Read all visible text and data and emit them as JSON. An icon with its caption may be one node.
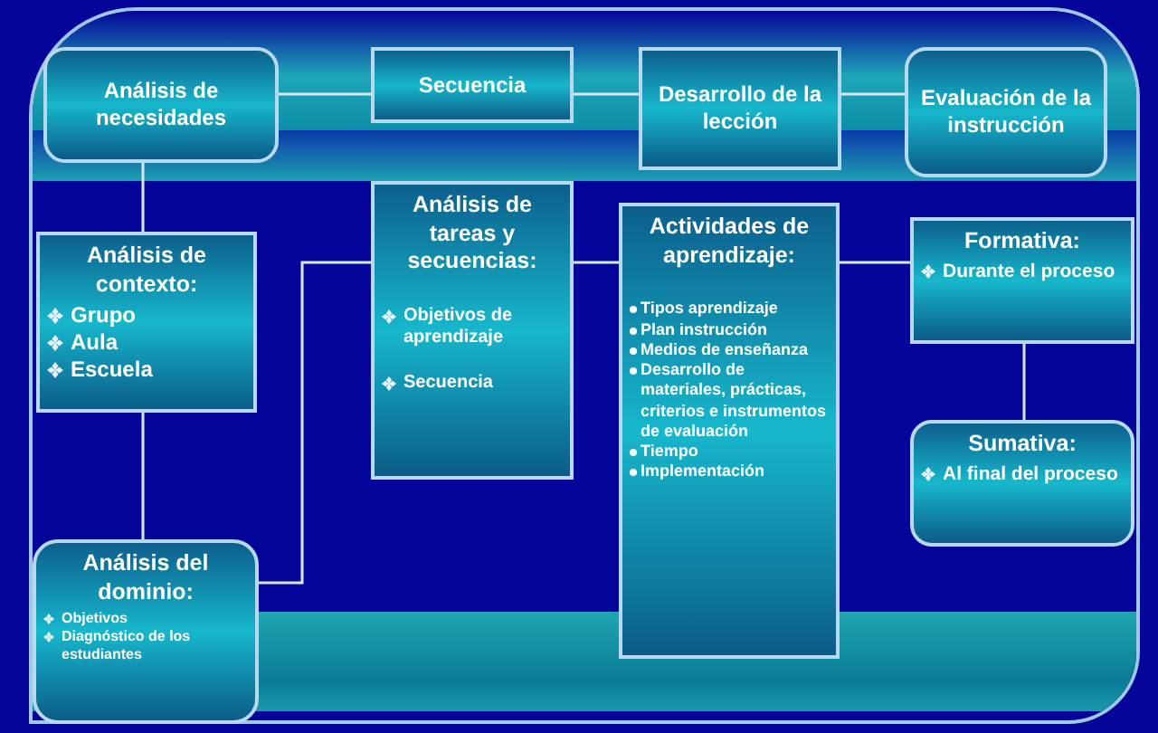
{
  "diagram": {
    "nodes": [
      {
        "text": [
          "Análisis de necesidades"
        ]
      },
      {
        "text": [
          "Secuencia"
        ]
      },
      {
        "text": [
          "Desarrollo de la lección"
        ]
      },
      {
        "text": [
          "Evaluación de la instrucción"
        ]
      },
      {
        "text": [
          "Análisis de contexto:",
          "Grupo",
          "Aula",
          "Escuela"
        ]
      },
      {
        "text": [
          "Análisis de tareas y secuencias:",
          "Objetivos de aprendizaje",
          "Secuencia"
        ]
      },
      {
        "text": [
          "Actividades de aprendizaje:",
          "Tipos aprendizaje",
          "Plan instrucción",
          "Medios de enseñanza",
          "Desarrollo de materiales, prácticas, criterios e instrumentos de evaluación",
          "Tiempo",
          "Implementación"
        ]
      },
      {
        "text": [
          "Formativa:",
          "Durante el proceso"
        ]
      },
      {
        "text": [
          "Sumativa:",
          "Al final del proceso"
        ]
      },
      {
        "text": [
          "Análisis del dominio:",
          "Objetivos",
          "Diagnóstico de los estudiantes"
        ]
      }
    ],
    "edges": [
      {
        "from": 0,
        "to": 1,
        "arrow": "none"
      },
      {
        "from": 1,
        "to": 2,
        "arrow": "none"
      },
      {
        "from": 2,
        "to": 3,
        "arrow": "none"
      },
      {
        "from": 0,
        "to": 4,
        "arrow": "none"
      },
      {
        "from": 4,
        "to": 9,
        "arrow": "none"
      },
      {
        "from": 9,
        "to": 5,
        "arrow": "none"
      },
      {
        "from": 5,
        "to": 6,
        "arrow": "none"
      },
      {
        "from": 6,
        "to": 7,
        "arrow": "none"
      },
      {
        "from": 7,
        "to": 8,
        "arrow": "none"
      }
    ]
  }
}
